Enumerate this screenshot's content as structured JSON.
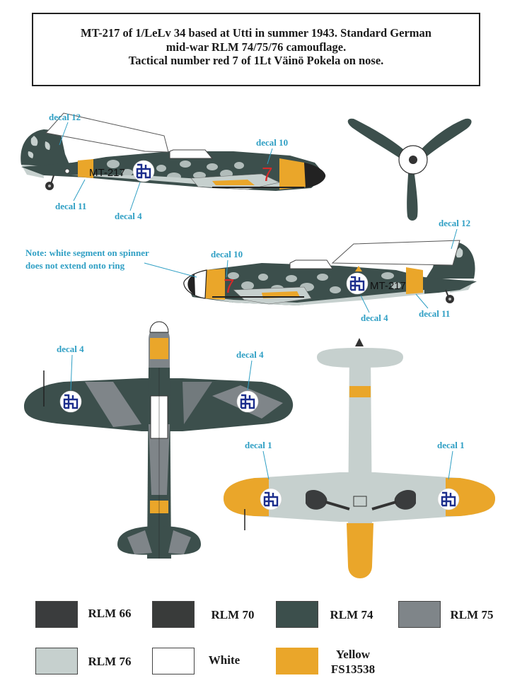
{
  "header": {
    "line1": "MT-217 of 1/LeLv 34 based at Utti in summer 1943. Standard German",
    "line2": "mid-war RLM 74/75/76 camouflage.",
    "line3": "Tactical number red 7 of 1Lt Väinö Pokela on nose."
  },
  "aircraft": {
    "serial": "MT-217",
    "tactical_number": "7",
    "colors": {
      "rlm66": "#3a3c3d",
      "rlm70": "#393b3a",
      "rlm74": "#3c4f4c",
      "rlm75": "#7f8589",
      "rlm76": "#c6d0ce",
      "white": "#ffffff",
      "yellow": "#eaa62a",
      "red": "#d62a2a",
      "insignia_blue": "#1b2d8c"
    }
  },
  "callouts": {
    "decal12_top": "decal 12",
    "decal10_top": "decal 10",
    "decal11_top": "decal 11",
    "decal4_top": "decal 4",
    "note_line1": "Note: white segment on spinner",
    "note_line2": "does not extend onto ring",
    "decal10_mid": "decal 10",
    "decal12_mid": "decal 12",
    "decal4_mid": "decal 4",
    "decal11_mid": "decal 11",
    "decal4_plan_left": "decal 4",
    "decal4_plan_right": "decal 4",
    "decal1_left": "decal 1",
    "decal1_right": "decal 1"
  },
  "legend": [
    {
      "label": "RLM 66",
      "color": "#3a3c3d"
    },
    {
      "label": "RLM 70",
      "color": "#393b3a"
    },
    {
      "label": "RLM 74",
      "color": "#3c4f4c"
    },
    {
      "label": "RLM 75",
      "color": "#7f8589"
    },
    {
      "label": "RLM 76",
      "color": "#c6d0ce"
    },
    {
      "label": "White",
      "color": "#ffffff"
    },
    {
      "label": "Yellow",
      "label2": "FS13538",
      "color": "#eaa62a"
    }
  ]
}
